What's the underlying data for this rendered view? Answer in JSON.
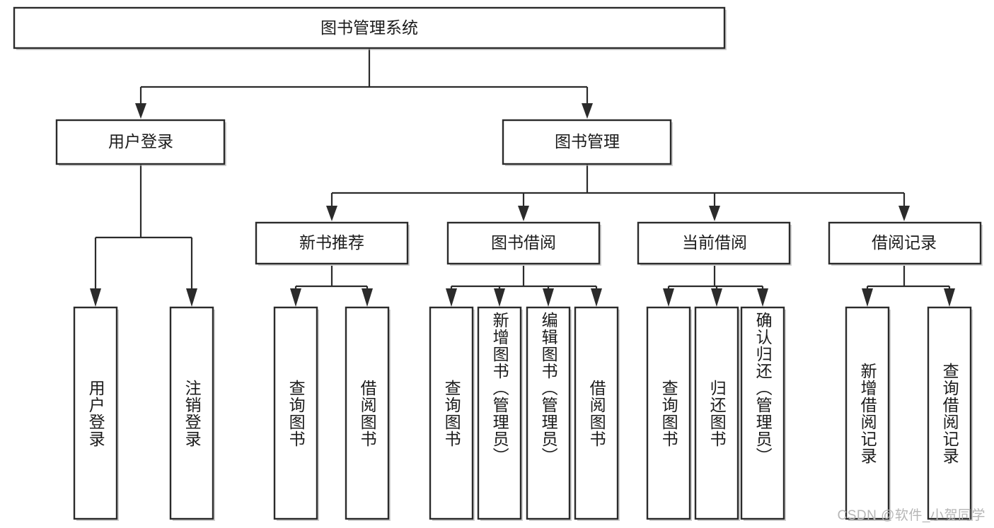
{
  "diagram": {
    "type": "tree-hierarchy",
    "title_node": {
      "id": "root",
      "label": "图书管理系统"
    },
    "level2": [
      {
        "id": "login",
        "label": "用户登录"
      },
      {
        "id": "bookmgmt",
        "label": "图书管理"
      }
    ],
    "level3": [
      {
        "id": "newbook",
        "label": "新书推荐",
        "parent": "bookmgmt"
      },
      {
        "id": "borrow",
        "label": "图书借阅",
        "parent": "bookmgmt"
      },
      {
        "id": "current",
        "label": "当前借阅",
        "parent": "bookmgmt"
      },
      {
        "id": "record",
        "label": "借阅记录",
        "parent": "bookmgmt"
      }
    ],
    "leaves": [
      {
        "id": "leaf-user-login",
        "label": "用户登录",
        "parent": "login"
      },
      {
        "id": "leaf-user-logout",
        "label": "注销登录",
        "parent": "login"
      },
      {
        "id": "leaf-query-book-1",
        "label": "查询图书",
        "parent": "newbook"
      },
      {
        "id": "leaf-borrow-book-1",
        "label": "借阅图书",
        "parent": "newbook"
      },
      {
        "id": "leaf-query-book-2",
        "label": "查询图书",
        "parent": "borrow"
      },
      {
        "id": "leaf-add-book",
        "label": "新增图书（管理员）",
        "parent": "borrow"
      },
      {
        "id": "leaf-edit-book",
        "label": "编辑图书（管理员）",
        "parent": "borrow"
      },
      {
        "id": "leaf-borrow-book-2",
        "label": "借阅图书",
        "parent": "borrow"
      },
      {
        "id": "leaf-query-book-3",
        "label": "查询图书",
        "parent": "current"
      },
      {
        "id": "leaf-return-book",
        "label": "归还图书",
        "parent": "current"
      },
      {
        "id": "leaf-confirm-return",
        "label": "确认归还（管理员）",
        "parent": "current"
      },
      {
        "id": "leaf-add-record",
        "label": "新增借阅记录",
        "parent": "record"
      },
      {
        "id": "leaf-query-record",
        "label": "查询借阅记录",
        "parent": "record"
      }
    ],
    "colors": {
      "box_fill": "#ffffff",
      "box_stroke": "#2b2b2b",
      "connector": "#2b2b2b",
      "text": "#1b1b1b",
      "background": "#ffffff",
      "watermark": "#b6b6b6"
    }
  },
  "watermark": {
    "text": "CSDN @软件_小贺同学"
  }
}
